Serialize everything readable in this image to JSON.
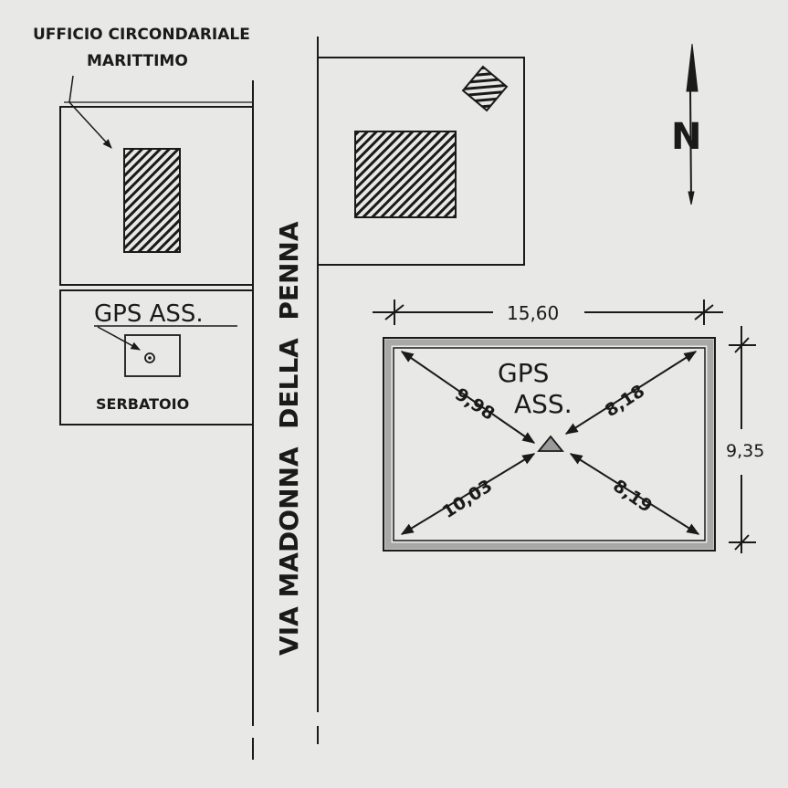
{
  "colors": {
    "background": "#e8e8e6",
    "ink": "#1a1a1a",
    "frame_gray": "#a8a8a8",
    "marker_fill": "#9a9a9a"
  },
  "labels": {
    "office_line1": "UFFICIO CIRCONDARIALE",
    "office_line2": "MARITTIMO",
    "gps_small": "GPS ASS.",
    "tank": "SERBATOIO",
    "street": "VIA MADONNA  DELLA  PENNA",
    "north": "N",
    "gps_line1": "GPS",
    "gps_line2": "ASS."
  },
  "dimensions": {
    "width": "15,60",
    "height": "9,35",
    "to_top_left": "9,98",
    "to_top_right": "8,18",
    "to_bottom_left": "10,03",
    "to_bottom_right": "8,19"
  },
  "icons": {
    "north_arrow": "north-arrow-icon",
    "gps_marker": "triangle-marker-icon",
    "gps_point": "circle-dot-icon"
  }
}
